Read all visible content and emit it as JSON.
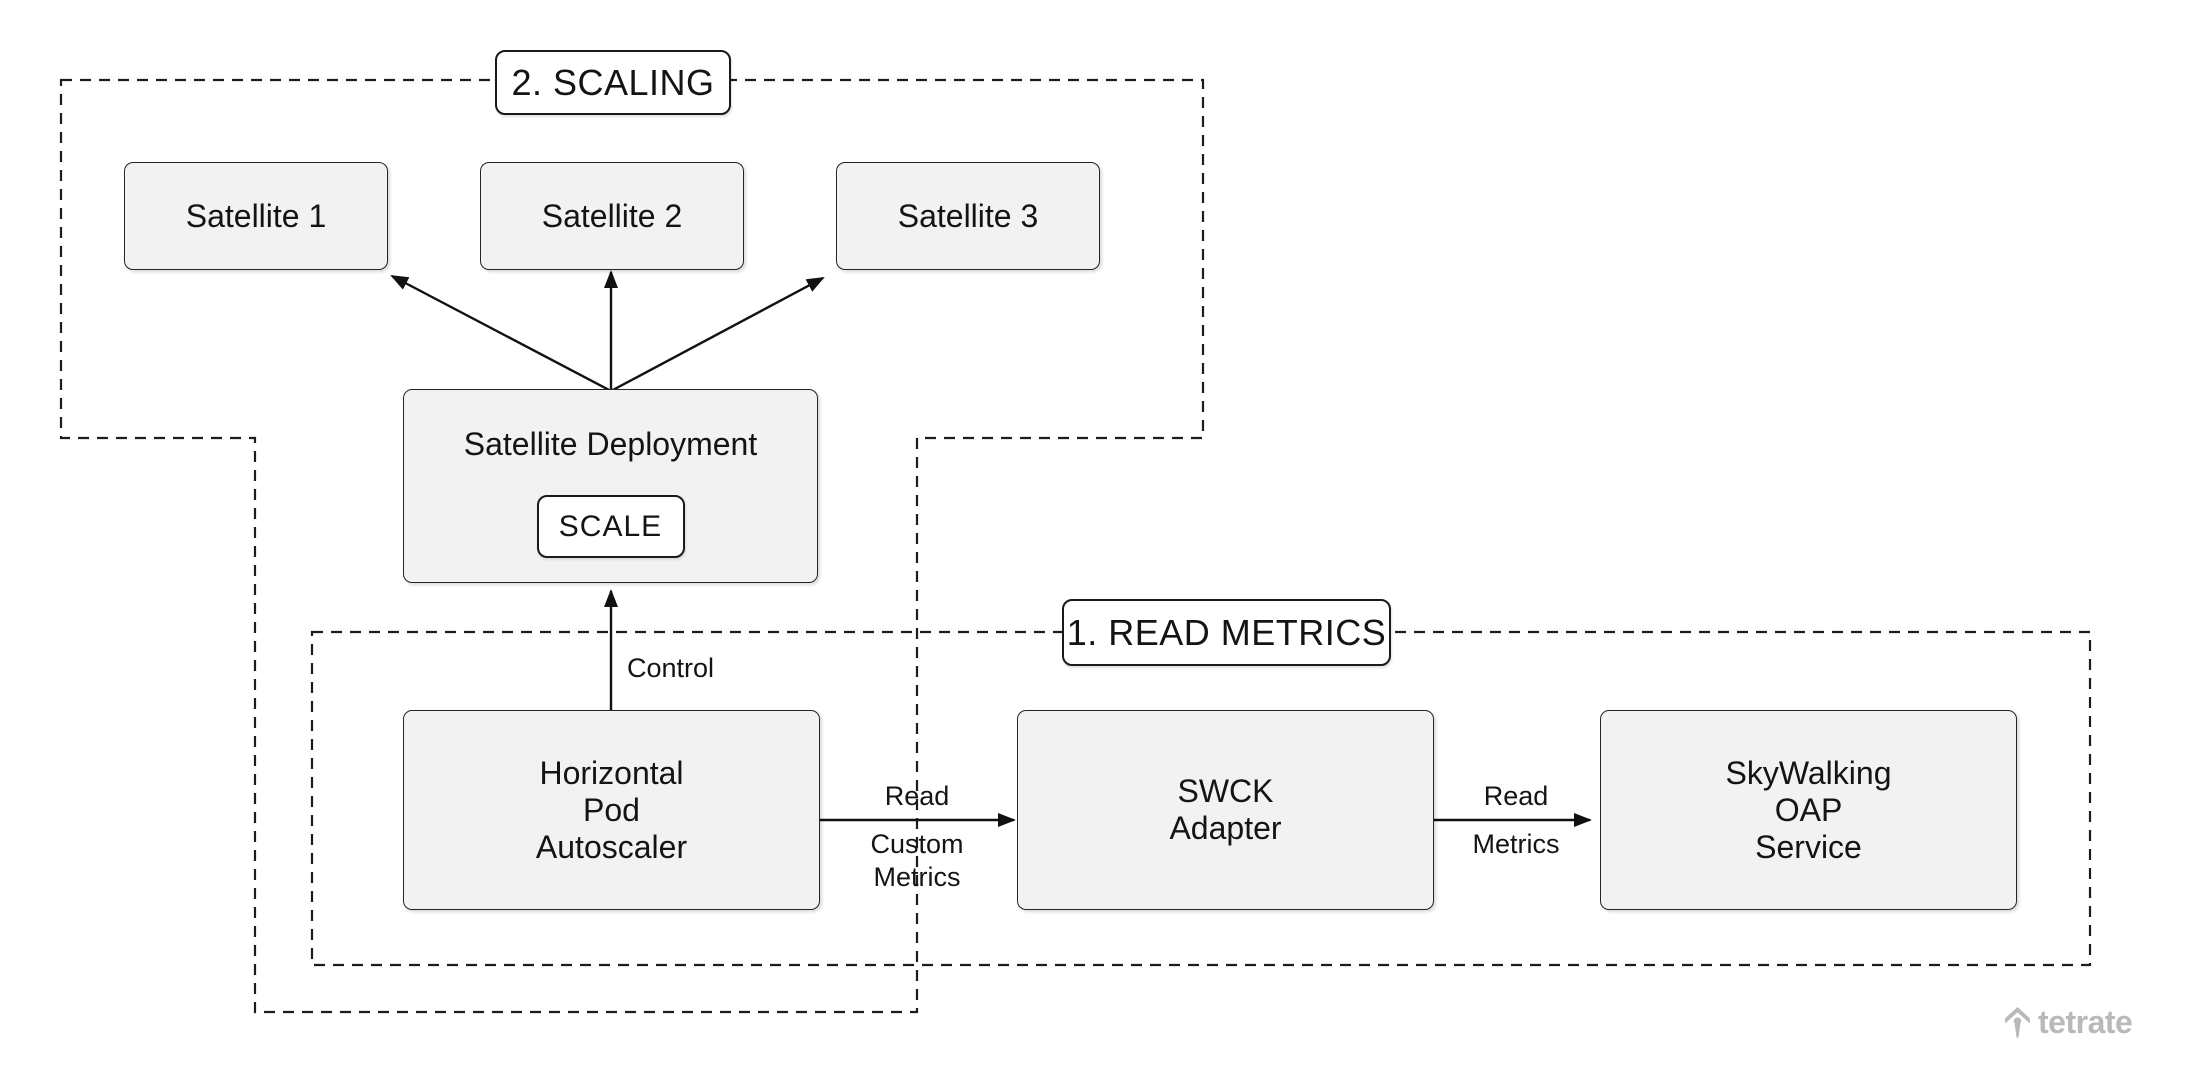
{
  "regions": {
    "scaling": {
      "label": "2. SCALING"
    },
    "read_metrics": {
      "label": "1. READ METRICS"
    }
  },
  "nodes": {
    "satellite_1": {
      "label": "Satellite 1"
    },
    "satellite_2": {
      "label": "Satellite 2"
    },
    "satellite_3": {
      "label": "Satellite 3"
    },
    "satellite_deployment": {
      "label": "Satellite Deployment",
      "scale_button": "SCALE"
    },
    "horizontal_pod_autoscaler": {
      "line1": "Horizontal",
      "line2": "Pod",
      "line3": "Autoscaler"
    },
    "swck_adapter": {
      "line1": "SWCK",
      "line2": "Adapter"
    },
    "skywalking_oap_service": {
      "line1": "SkyWalking",
      "line2": "OAP",
      "line3": "Service"
    }
  },
  "edges": {
    "control": {
      "label": "Control"
    },
    "read_custom_metrics": {
      "above": "Read",
      "below_line1": "Custom",
      "below_line2": "Metrics"
    },
    "read_metrics": {
      "above": "Read",
      "below_line1": "Metrics"
    }
  },
  "footer": {
    "brand": "tetrate"
  },
  "colors": {
    "background": "#ffffff",
    "node_fill": "#f2f2f2",
    "node_border": "#262626",
    "dashed_line": "#1c1c1c",
    "text": "#141414",
    "brand_gray": "#b9b9b9"
  }
}
